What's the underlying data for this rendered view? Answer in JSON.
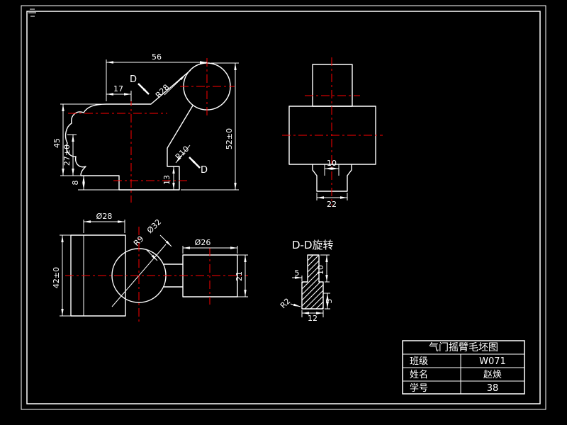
{
  "colors": {
    "background": "#000000",
    "lines": "#ffffff",
    "centerlines": "#ff0000"
  },
  "front_view": {
    "dim_56": "56",
    "dim_17": "17",
    "dim_r28": "R28",
    "dim_45": "45",
    "dim_27": "27±0",
    "dim_8": "8",
    "dim_52": "52±0",
    "dim_r10": "R10",
    "dim_13": "13",
    "d_label_top": "D",
    "d_label_bottom": "D"
  },
  "side_view": {
    "dim_10": "10",
    "dim_22": "22"
  },
  "plan_view": {
    "dim_o28": "Ø28",
    "dim_r9": "R9",
    "dim_o32": "Ø32",
    "dim_o26": "Ø26",
    "dim_42": "42±0",
    "dim_21": "21"
  },
  "section_view": {
    "title": "D-D旋转",
    "dim_10": "10",
    "dim_5": "5",
    "dim_r2": "R2",
    "dim_12": "12",
    "dim_5b": "5"
  },
  "title_block": {
    "title": "气门摇臂毛坯图",
    "rows": [
      {
        "label": "班级",
        "value": "W071"
      },
      {
        "label": "姓名",
        "value": "赵焕"
      },
      {
        "label": "学号",
        "value": "38"
      }
    ]
  }
}
